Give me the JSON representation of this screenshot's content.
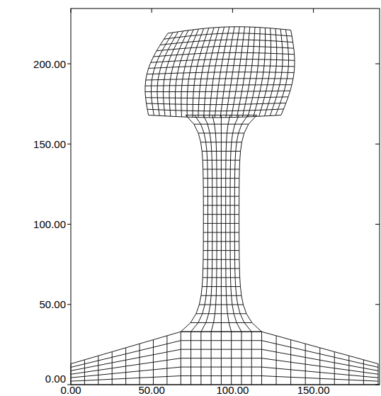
{
  "diagram": {
    "labels": [
      "200.00",
      "150.00",
      "100.00",
      "50.00",
      "0.00",
      "0.00",
      "50.00",
      "100.00",
      "150.00"
    ]
  }
}
